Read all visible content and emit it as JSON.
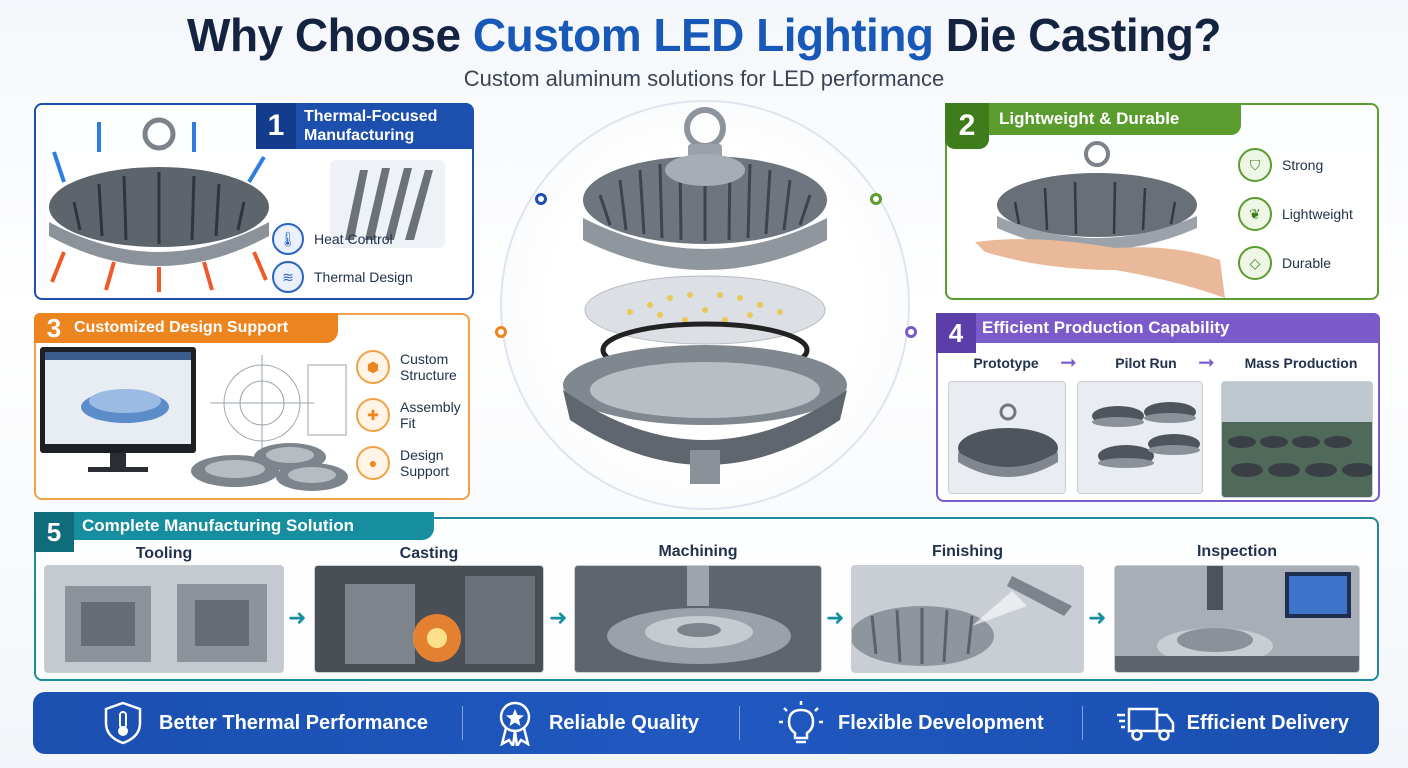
{
  "header": {
    "title_part1": "Why Choose ",
    "title_accent": "Custom LED Lighting",
    "title_part2": " Die Casting?",
    "subtitle": "Custom aluminum solutions for LED performance"
  },
  "panel1": {
    "number": "1",
    "title": "Thermal-Focused Manufacturing",
    "items": [
      {
        "label": "Heat Control",
        "icon": "thermometer-icon"
      },
      {
        "label": "Thermal Design",
        "icon": "heat-wave-icon"
      }
    ]
  },
  "panel2": {
    "number": "2",
    "title": "Lightweight & Durable",
    "items": [
      {
        "label": "Strong",
        "icon": "shield-icon"
      },
      {
        "label": "Lightweight",
        "icon": "feather-icon"
      },
      {
        "label": "Durable",
        "icon": "diamond-icon"
      }
    ]
  },
  "panel3": {
    "number": "3",
    "title": "Customized Design Support",
    "items": [
      {
        "label": "Custom Structure",
        "icon": "cube-icon"
      },
      {
        "label": "Assembly Fit",
        "icon": "puzzle-icon"
      },
      {
        "label": "Design Support",
        "icon": "person-icon"
      }
    ]
  },
  "panel4": {
    "number": "4",
    "title": "Efficient Production Capability",
    "steps": [
      "Prototype",
      "Pilot Run",
      "Mass Production"
    ]
  },
  "panel5": {
    "number": "5",
    "title": "Complete Manufacturing Solution",
    "steps": [
      "Tooling",
      "Casting",
      "Machining",
      "Finishing",
      "Inspection"
    ]
  },
  "benefits": [
    {
      "label": "Better Thermal Performance",
      "icon": "shield-thermometer-icon"
    },
    {
      "label": "Reliable Quality",
      "icon": "award-ribbon-icon"
    },
    {
      "label": "Flexible Development",
      "icon": "lightbulb-icon"
    },
    {
      "label": "Efficient Delivery",
      "icon": "delivery-truck-icon"
    }
  ],
  "colors": {
    "panel1": "#1d4fae",
    "panel2": "#5a9c2e",
    "panel3": "#ec8420",
    "panel4": "#7b5ac9",
    "panel5": "#178ea0",
    "bottom_bar": "#1b4fb0"
  }
}
